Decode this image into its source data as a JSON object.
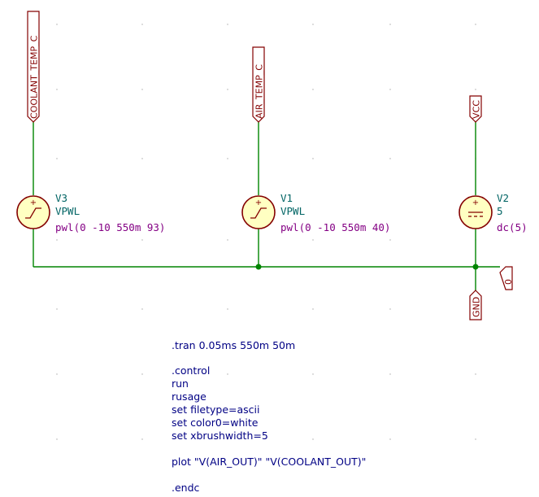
{
  "colors": {
    "wire": "#008400",
    "symbol": "#840000",
    "symbol_fill": "#ffffc2",
    "reference": "#006464",
    "value": "#840084",
    "net_label": "#840000",
    "directive": "#000084",
    "grid": "#aaaaaa",
    "background": "#ffffff"
  },
  "net_labels": {
    "coolant": "COOLANT_TEMP_C",
    "air": "AIR_TEMP_C",
    "vcc": "VCC",
    "gnd": "GND",
    "node0": "0"
  },
  "sources": {
    "v3": {
      "ref": "V3",
      "type": "VPWL",
      "value": "pwl(0 -10 550m 93)",
      "icon": "pwl-source-icon"
    },
    "v1": {
      "ref": "V1",
      "type": "VPWL",
      "value": "pwl(0 -10 550m 40)",
      "icon": "pwl-source-icon"
    },
    "v2": {
      "ref": "V2",
      "type": "5",
      "value": "dc(5)",
      "icon": "dc-source-icon"
    }
  },
  "directives": {
    "tran": ".tran 0.05ms 550m 50m",
    "control_lines": [
      ".control",
      "run",
      "rusage",
      "set filetype=ascii",
      "set color0=white",
      "set xbrushwidth=5"
    ],
    "plot": "plot \"V(AIR_OUT)\" \"V(COOLANT_OUT)\"",
    "endc": ".endc"
  }
}
